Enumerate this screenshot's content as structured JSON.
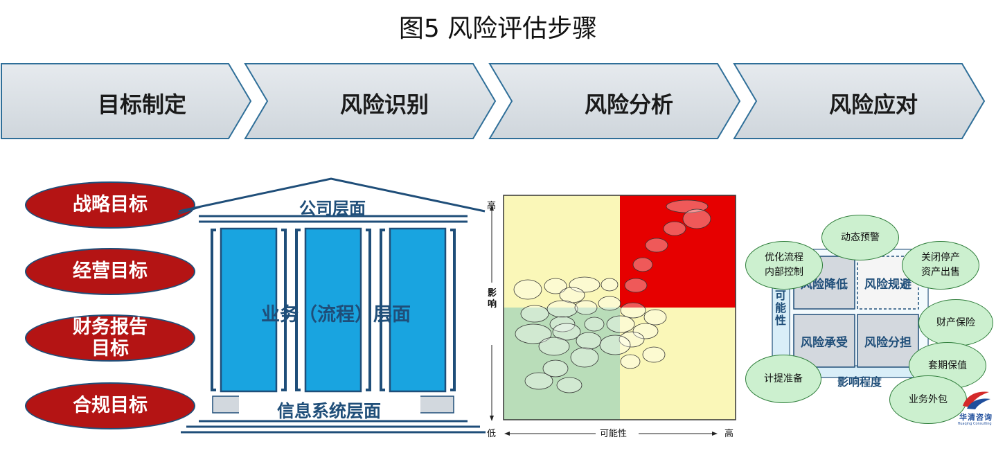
{
  "title": "图5  风险评估步骤",
  "steps": [
    "目标制定",
    "风险识别",
    "风险分析",
    "风险应对"
  ],
  "objectives": [
    "战略目标",
    "经营目标",
    "财务报告\n目标",
    "合规目标"
  ],
  "building": {
    "roof_label": "公司层面",
    "middle_label": "业务（流程）层面",
    "base_label": "信息系统层面"
  },
  "heatmap": {
    "y_high": "高",
    "y_low": "低",
    "y_axis_label": "影响",
    "x_axis_label": "可能性",
    "x_high": "高",
    "quadrant_colors": {
      "top_left": "#faf7b8",
      "top_right": "#e60000",
      "bottom_left": "#b9ddb9",
      "bottom_right": "#faf7b8"
    }
  },
  "response": {
    "quadrants": [
      "风险降低",
      "风险规避",
      "风险承受",
      "风险分担"
    ],
    "y_axis_label": "可能性",
    "x_axis_label": "影响程度",
    "bubbles": [
      "动态预警",
      "优化流程\n内部控制",
      "关闭停产\n资产出售",
      "财产保险",
      "套期保值",
      "计提准备",
      "业务外包"
    ]
  },
  "logo": {
    "name": "华清咨询",
    "sub": "Huaqing Consulting",
    "colors": {
      "red": "#d42a2a",
      "blue": "#1f4e9c"
    }
  }
}
